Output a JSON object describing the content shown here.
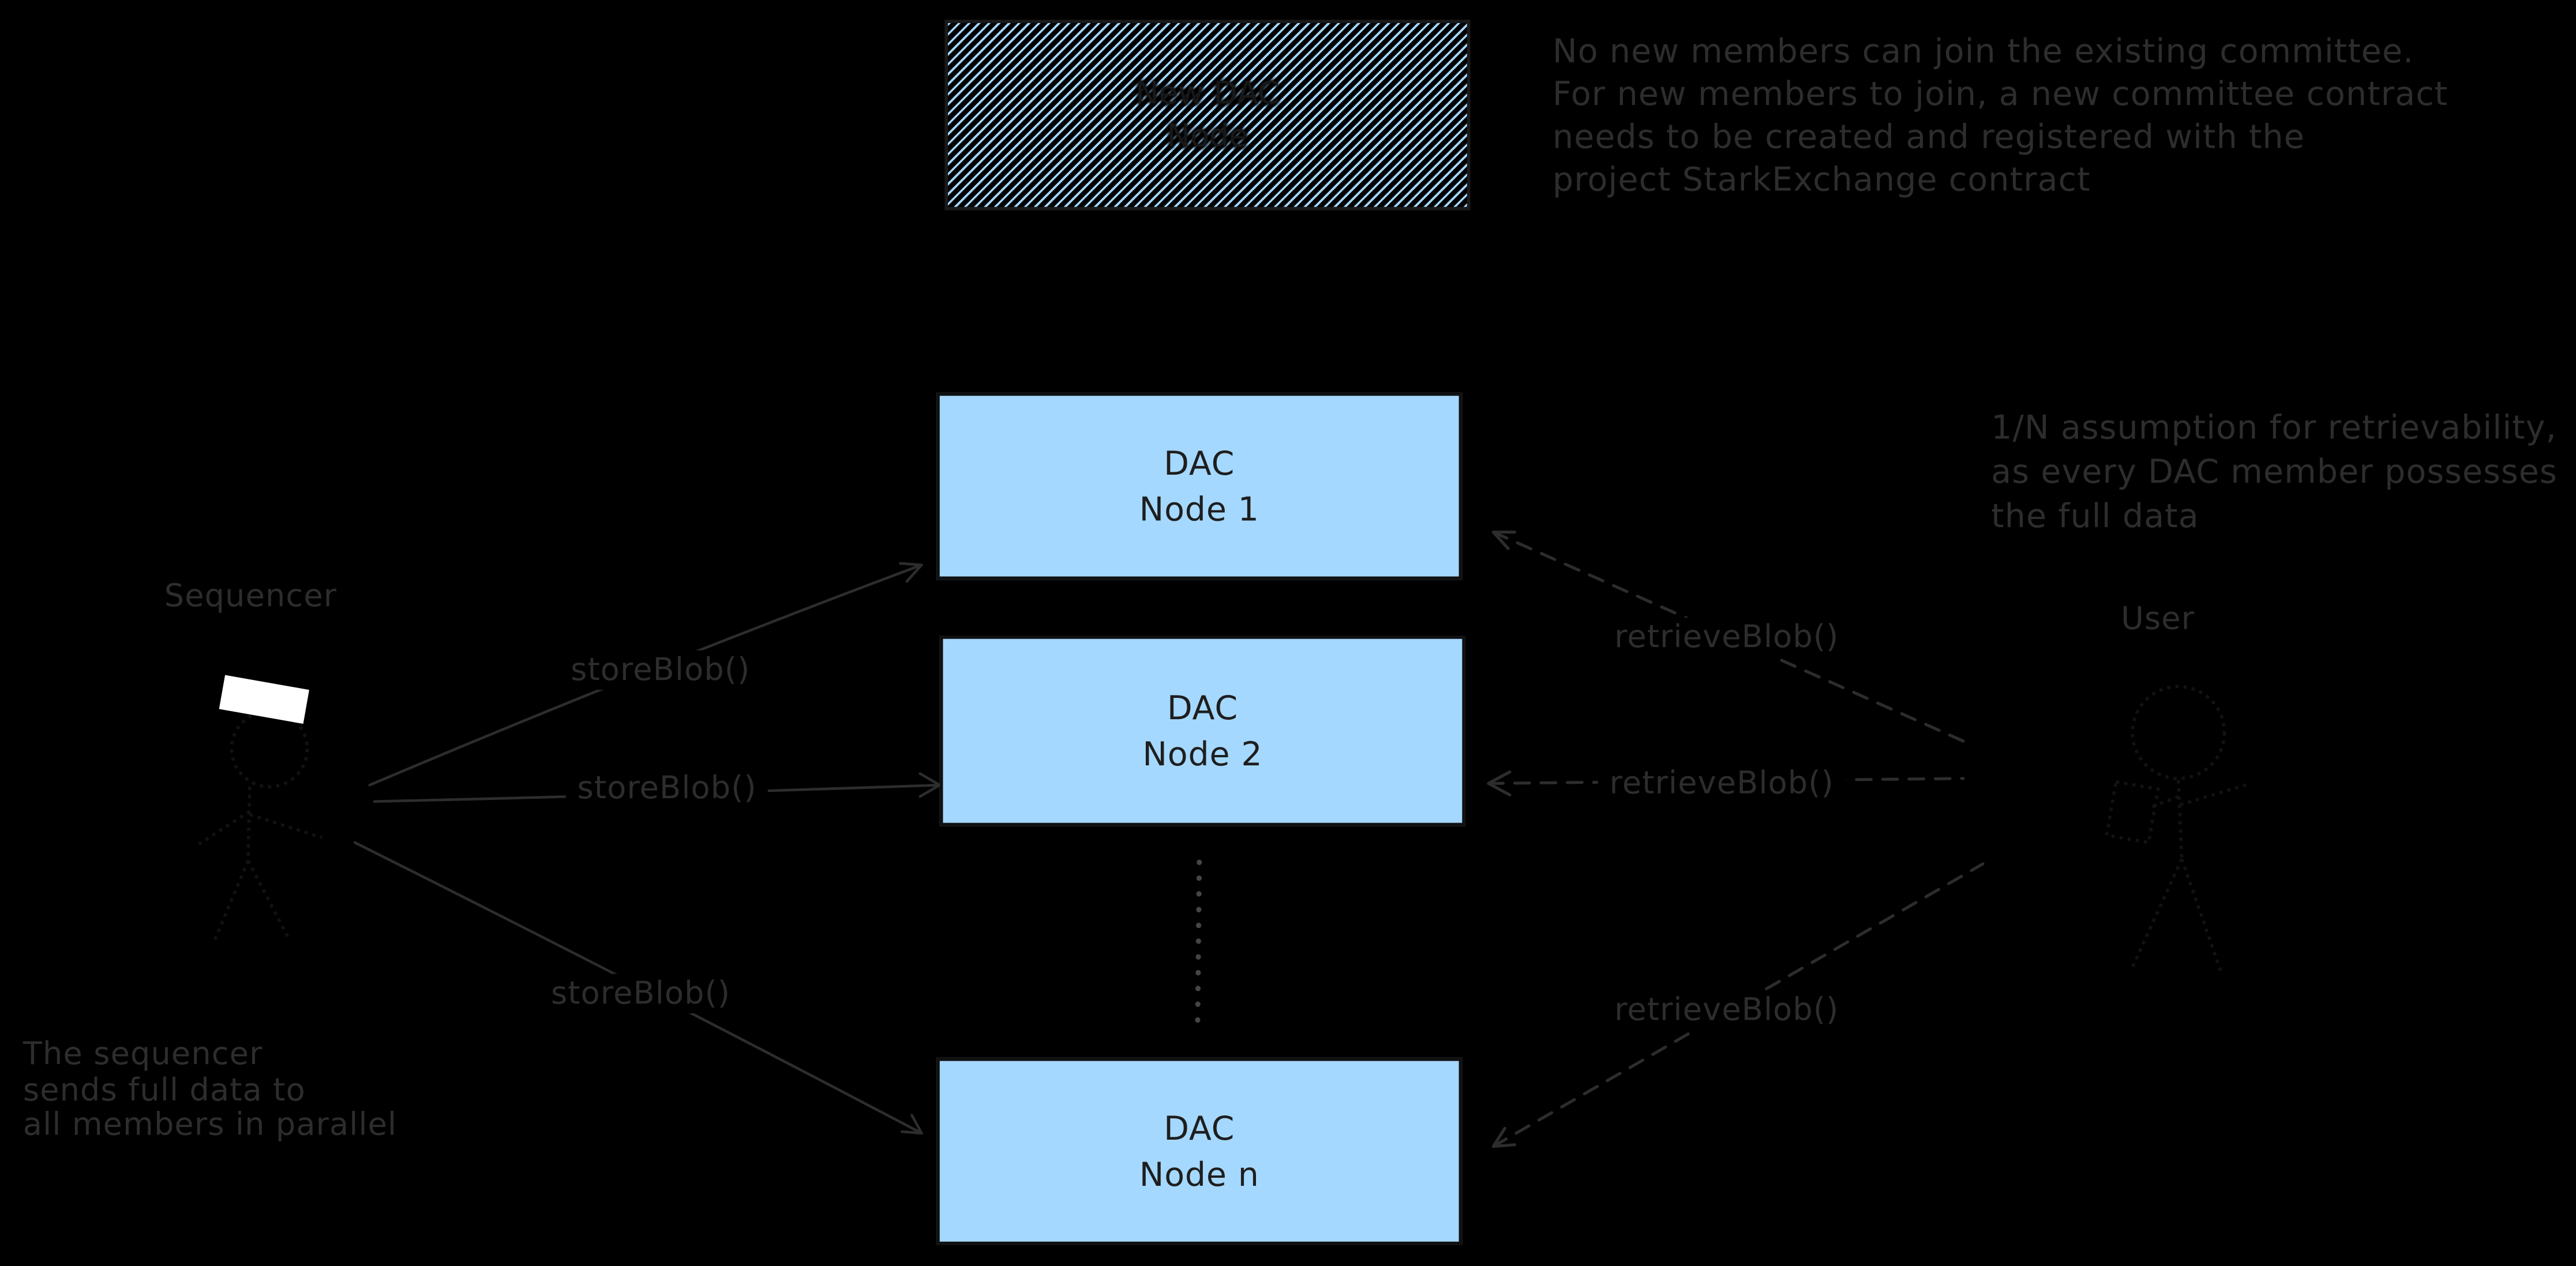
{
  "colors": {
    "background": "#000000",
    "node_fill": "#a5d8ff",
    "node_text": "#1e1e1e",
    "handwriting_gray": "#2d2d2d",
    "connector_gray": "#2d2d2d",
    "dotted_connector": "#454545",
    "faint_figure": "#121212",
    "screen_white": "#ffffff"
  },
  "new_dac_node": {
    "line1": "New DAC",
    "line2": "Node"
  },
  "dac_nodes": [
    {
      "line1": "DAC",
      "line2": "Node 1"
    },
    {
      "line1": "DAC",
      "line2": "Node 2"
    },
    {
      "line1": "DAC",
      "line2": "Node n"
    }
  ],
  "actors": {
    "sequencer": "Sequencer",
    "user": "User"
  },
  "edge_labels": {
    "store": "storeBlob()",
    "retrieve": "retrieveBlob()"
  },
  "notes": {
    "committee": {
      "line1": "No new members can join the existing committee.",
      "line2": "For new members to join, a new committee contract",
      "line3": "needs to be created and registered with the",
      "line4": "project StarkExchange contract"
    },
    "retrievability": {
      "line1": "1/N assumption for retrievability,",
      "line2": "as every DAC member possesses",
      "line3": "the full data"
    },
    "sequencer_parallel": {
      "line1": "The sequencer",
      "line2": "sends full data to",
      "line3": "all members in parallel"
    }
  }
}
